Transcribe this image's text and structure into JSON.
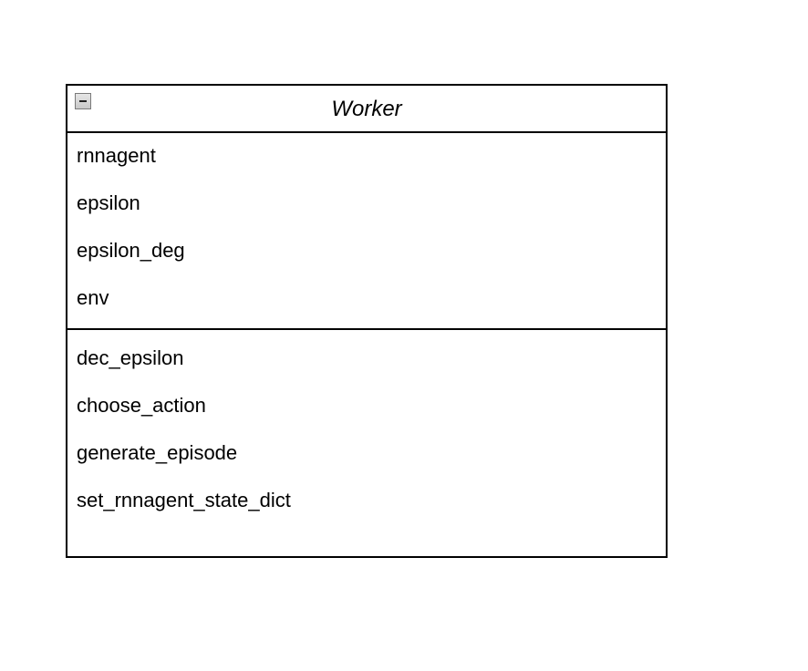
{
  "diagram": {
    "class": {
      "name": "Worker",
      "attributes": [
        "rnnagent",
        "epsilon",
        "epsilon_deg",
        "env"
      ],
      "operations": [
        "dec_epsilon",
        "choose_action",
        "generate_episode",
        "set_rnnagent_state_dict"
      ]
    },
    "icons": {
      "collapse": "minus-square-icon"
    },
    "colors": {
      "border": "#000000",
      "background": "#ffffff",
      "toggle_fill": "#d6d6d6"
    }
  }
}
